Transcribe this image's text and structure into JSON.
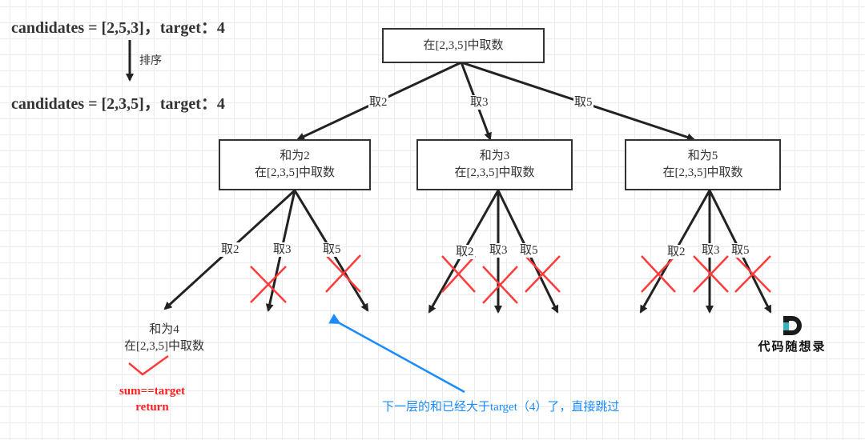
{
  "header": {
    "original": "candidates = [2,5,3]，target：4",
    "sort_label": "排序",
    "sorted": "candidates = [2,3,5]，target：4"
  },
  "tree": {
    "root": {
      "text": "在[2,3,5]中取数"
    },
    "level1_edges": [
      "取2",
      "取3",
      "取5"
    ],
    "level1_nodes": [
      {
        "sum_line": "和为2",
        "text": "在[2,3,5]中取数"
      },
      {
        "sum_line": "和为3",
        "text": "在[2,3,5]中取数"
      },
      {
        "sum_line": "和为5",
        "text": "在[2,3,5]中取数"
      }
    ],
    "level2_edges": [
      {
        "labels": [
          "取2",
          "取3",
          "取5"
        ],
        "pruned": [
          false,
          true,
          true
        ]
      },
      {
        "labels": [
          "取2",
          "取3",
          "取5"
        ],
        "pruned": [
          true,
          true,
          true
        ]
      },
      {
        "labels": [
          "取2",
          "取3",
          "取5"
        ],
        "pruned": [
          true,
          true,
          true
        ]
      }
    ],
    "leaf": {
      "sum_line": "和为4",
      "text": "在[2,3,5]中取数"
    }
  },
  "result": {
    "line1": "sum==target",
    "line2": "return"
  },
  "annotation": {
    "text": "下一层的和已经大于target（4）了，直接跳过"
  },
  "logo": {
    "text": "代码随想录"
  },
  "colors": {
    "line": "#222222",
    "prune": "#ff3b3b",
    "annotation": "#1a8cff",
    "logo_accent": "#3bb3bb"
  }
}
